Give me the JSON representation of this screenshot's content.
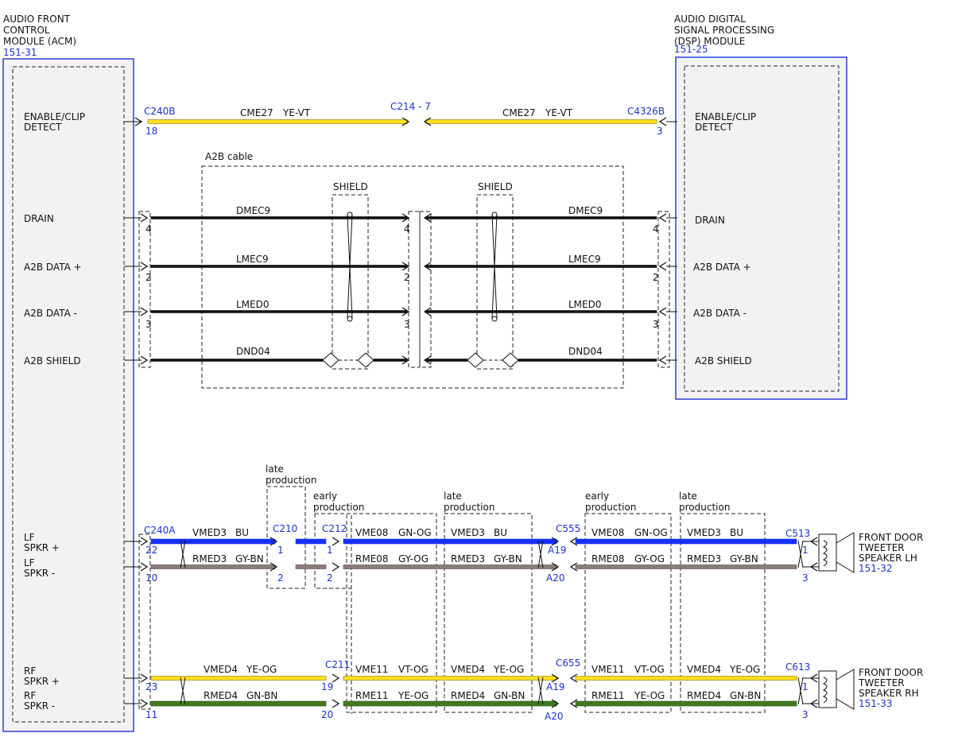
{
  "modules": {
    "acm": {
      "name_lines": [
        "AUDIO FRONT",
        "CONTROL",
        "MODULE (ACM)"
      ],
      "ref": "151-31"
    },
    "dsp": {
      "name_lines": [
        "AUDIO DIGITAL",
        "SIGNAL PROCESSING",
        "(DSP) MODULE"
      ],
      "ref": "151-25"
    }
  },
  "pins": {
    "enable_clip": [
      "ENABLE/CLIP",
      "DETECT"
    ],
    "drain": "DRAIN",
    "a2b_data_plus": "A2B DATA +",
    "a2b_data_minus": "A2B DATA -",
    "a2b_shield": "A2B SHIELD",
    "lf_plus": [
      "LF",
      "SPKR +"
    ],
    "lf_minus": [
      "LF",
      "SPKR -"
    ],
    "rf_plus": [
      "RF",
      "SPKR +"
    ],
    "rf_minus": [
      "RF",
      "SPKR -"
    ]
  },
  "connectors": {
    "c240b": "C240B",
    "c214": "C214 - 7",
    "c4326b": "C4326B",
    "c240a": "C240A",
    "c210": "C210",
    "c212": "C212",
    "c555": "C555",
    "c513": "C513",
    "c211": "C211",
    "c655": "C655",
    "c613": "C613"
  },
  "cavities": {
    "c240b": "18",
    "c4326b": "3",
    "drain": "4",
    "data_plus": "2",
    "data_minus": "3",
    "c240a_lf_plus": "22",
    "c240a_lf_minus": "10",
    "c240a_rf_plus": "23",
    "c240a_rf_minus": "11",
    "c210_1": "1",
    "c210_2": "2",
    "c212_1": "1",
    "c212_2": "2",
    "c555_a19": "A19",
    "c555_a20": "A20",
    "c513_1": "1",
    "c513_3": "3",
    "c211_19": "19",
    "c211_20": "20",
    "c655_a19": "A19",
    "c655_a20": "A20",
    "c613_1": "1",
    "c613_3": "3"
  },
  "wires": {
    "cme27_left": {
      "circuit": "CME27",
      "color": "YE-VT"
    },
    "cme27_right": {
      "circuit": "CME27",
      "color": "YE-VT"
    },
    "dmec9": "DMEC9",
    "lmec9": "LMEC9",
    "lmed0": "LMED0",
    "dnd04": "DND04",
    "vmed3": {
      "circuit": "VMED3",
      "color": "BU"
    },
    "rmed3": {
      "circuit": "RMED3",
      "color": "GY-BN"
    },
    "vme08": {
      "circuit": "VME08",
      "color": "GN-OG"
    },
    "rme08": {
      "circuit": "RME08",
      "color": "GY-OG"
    },
    "vmed4": {
      "circuit": "VMED4",
      "color": "YE-OG"
    },
    "rmed4": {
      "circuit": "RMED4",
      "color": "GN-BN"
    },
    "vme11": {
      "circuit": "VME11",
      "color": "VT-OG"
    },
    "rme11": {
      "circuit": "RME11",
      "color": "YE-OG"
    }
  },
  "labels": {
    "a2b_cable": "A2B cable",
    "shield": "SHIELD",
    "late_production": [
      "late",
      "production"
    ],
    "early_production": [
      "early",
      "production"
    ]
  },
  "speakers": {
    "lh": {
      "lines": [
        "FRONT DOOR",
        "TWEETER",
        "SPEAKER LH"
      ],
      "ref": "151-32"
    },
    "rh": {
      "lines": [
        "FRONT DOOR",
        "TWEETER",
        "SPEAKER RH"
      ],
      "ref": "151-33"
    }
  },
  "wire_colors": {
    "yellow": "#ffe020",
    "yellow_border": "#8a7400",
    "black": "#111111",
    "blue": "#1530ff",
    "gray_brown": "#8d7b78",
    "green": "#3f7a1e",
    "module_frame": "#2b3fd6",
    "label_blue": "#1a33cc"
  }
}
